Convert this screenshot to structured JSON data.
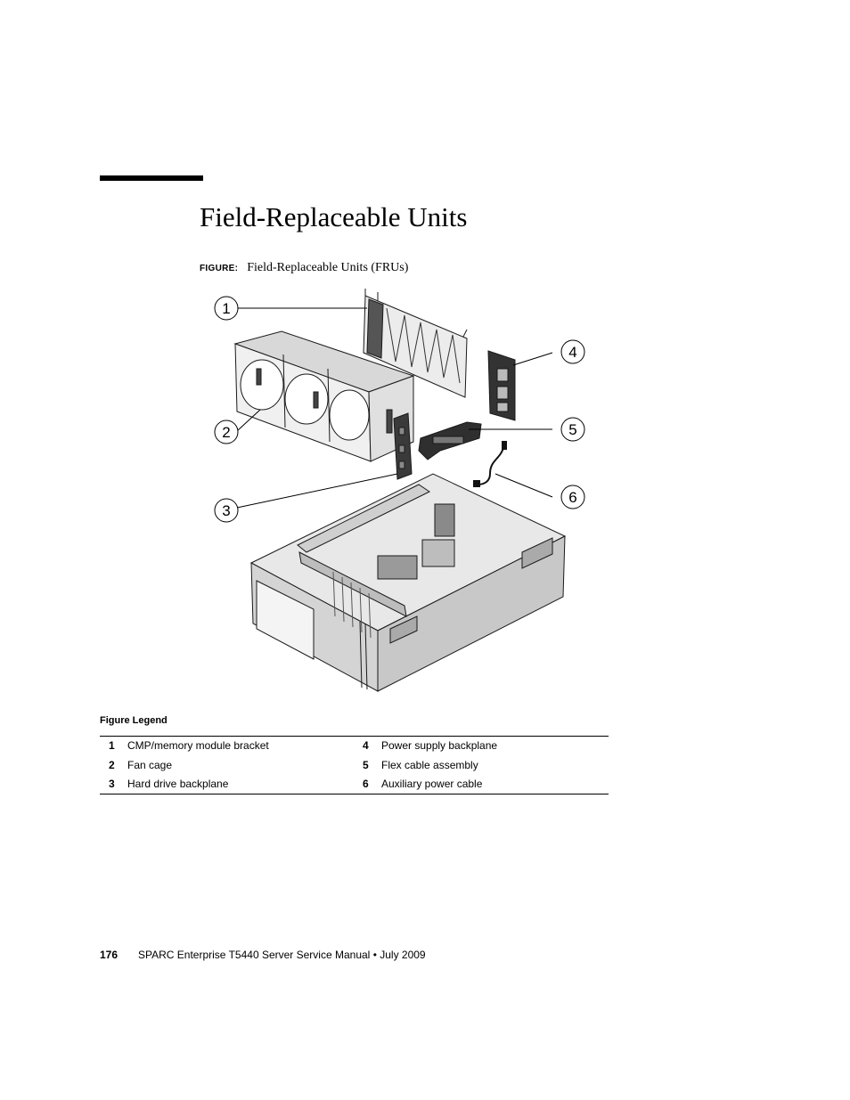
{
  "section_title": "Field-Replaceable Units",
  "figure": {
    "tag": "FIGURE:",
    "caption": "Field-Replaceable Units (FRUs)",
    "callouts": [
      "1",
      "2",
      "3",
      "4",
      "5",
      "6"
    ]
  },
  "legend": {
    "heading": "Figure Legend",
    "rows": [
      {
        "left_num": "1",
        "left_label": "CMP/memory module bracket",
        "right_num": "4",
        "right_label": "Power supply backplane"
      },
      {
        "left_num": "2",
        "left_label": "Fan cage",
        "right_num": "5",
        "right_label": "Flex cable assembly"
      },
      {
        "left_num": "3",
        "left_label": "Hard drive backplane",
        "right_num": "6",
        "right_label": "Auxiliary power cable"
      }
    ]
  },
  "footer": {
    "page_number": "176",
    "manual_title": "SPARC Enterprise T5440 Server Service Manual",
    "separator": "•",
    "date": "July 2009"
  }
}
